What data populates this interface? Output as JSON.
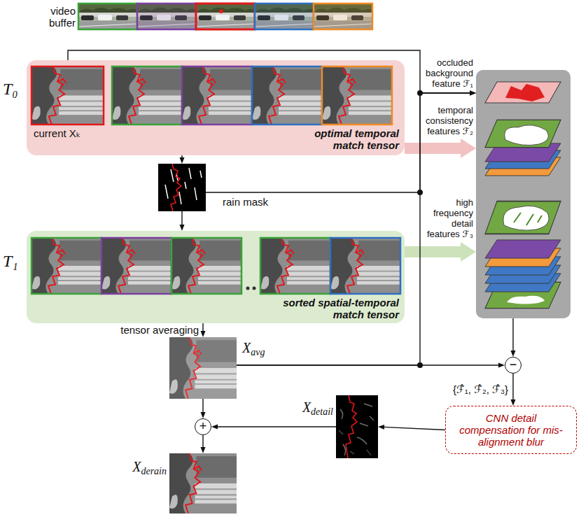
{
  "diagram": {
    "nodes": [
      {
        "text": [
          "video buffer"
        ]
      },
      {
        "text": [
          "T₀",
          "current Xₖ",
          "optimal temporal match tensor"
        ]
      },
      {
        "text": [
          "rain mask"
        ]
      },
      {
        "text": [
          "T₁",
          "sorted spatial-temporal match tensor"
        ]
      },
      {
        "text": [
          "X",
          "avg"
        ]
      },
      {
        "text": [
          "occluded background feature ℱ₁",
          "temporal consistency features ℱ₂",
          "high frequency detail features ℱ₃"
        ]
      },
      {
        "text": [
          "−"
        ]
      },
      {
        "text": [
          "CNN detail compensation for mis-alignment blur"
        ]
      },
      {
        "text": [
          "X",
          "detail"
        ]
      },
      {
        "text": [
          "+"
        ]
      },
      {
        "text": [
          "X",
          "derain"
        ]
      }
    ],
    "edges": [
      {
        "from": 1,
        "to": 5,
        "arrow": "to"
      },
      {
        "from": 1,
        "to": 5,
        "arrow": "to"
      },
      {
        "from": 1,
        "to": 2,
        "arrow": "to"
      },
      {
        "from": 2,
        "to": 3,
        "arrow": "to"
      },
      {
        "from": 2,
        "to": 5,
        "arrow": "to"
      },
      {
        "from": 3,
        "to": 5,
        "arrow": "to"
      },
      {
        "from": 3,
        "to": 4,
        "arrow": "to",
        "label": "tensor averaging"
      },
      {
        "from": 4,
        "to": 6,
        "arrow": "to"
      },
      {
        "from": 4,
        "to": 5,
        "arrow": "to"
      },
      {
        "from": 5,
        "to": 6,
        "arrow": "to"
      },
      {
        "from": 6,
        "to": 7,
        "arrow": "to",
        "label": "{ℱ̂₁, ℱ̂₂, ℱ̂₃}"
      },
      {
        "from": 7,
        "to": 8,
        "arrow": "to"
      },
      {
        "from": 8,
        "to": 9,
        "arrow": "to"
      },
      {
        "from": 4,
        "to": 9,
        "arrow": "to"
      },
      {
        "from": 9,
        "to": 10,
        "arrow": "to"
      }
    ]
  }
}
